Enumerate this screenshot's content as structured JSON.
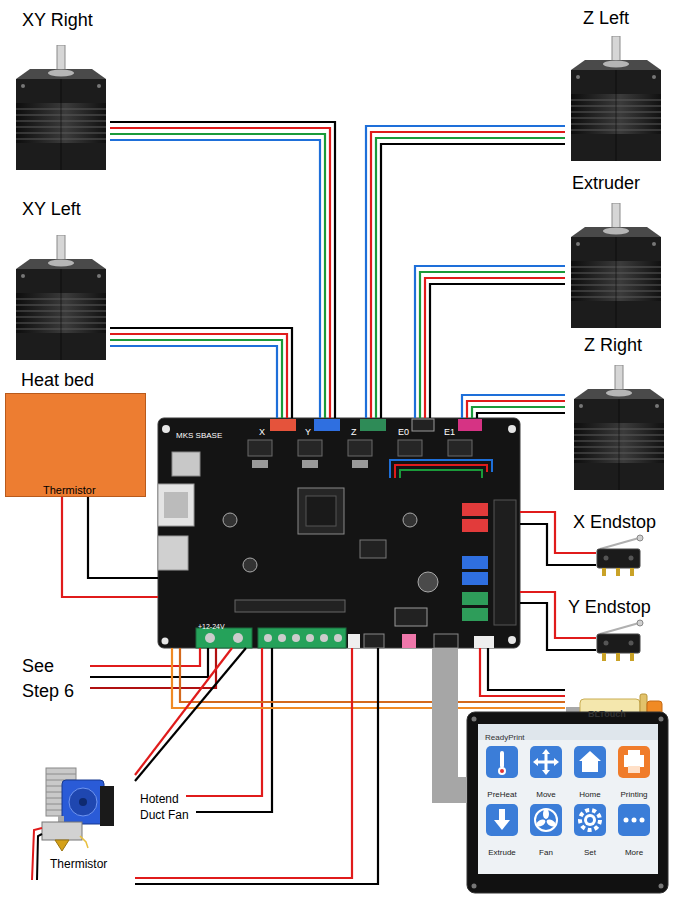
{
  "diagram": {
    "nodes": [
      {
        "text": [
          "XY Right"
        ]
      },
      {
        "text": [
          "Z Left"
        ]
      },
      {
        "text": [
          "XY Left"
        ]
      },
      {
        "text": [
          "Extruder"
        ]
      },
      {
        "text": [
          "Heat bed",
          "Thermistor"
        ]
      },
      {
        "text": [
          "Z Right"
        ]
      },
      {
        "text": [
          "MKS SBASE"
        ]
      },
      {
        "text": [
          "X Endstop"
        ]
      },
      {
        "text": [
          "Y Endstop"
        ]
      },
      {
        "text": [
          "BLTouch"
        ]
      },
      {
        "text": [
          "Thermistor"
        ]
      },
      {
        "text": [
          "ReadyPrint",
          "PreHeat",
          "Move",
          "Home",
          "Printing",
          "Extrude",
          "Fan",
          "Set",
          "More"
        ]
      }
    ],
    "edges": [
      {
        "from": 0,
        "to": 6,
        "arrow": "none"
      },
      {
        "from": 1,
        "to": 6,
        "arrow": "none"
      },
      {
        "from": 2,
        "to": 6,
        "arrow": "none"
      },
      {
        "from": 3,
        "to": 6,
        "arrow": "none"
      },
      {
        "from": 4,
        "to": 6,
        "arrow": "none"
      },
      {
        "from": 5,
        "to": 6,
        "arrow": "none"
      },
      {
        "from": 6,
        "to": 7,
        "arrow": "none"
      },
      {
        "from": 6,
        "to": 8,
        "arrow": "none"
      },
      {
        "from": 6,
        "to": 9,
        "arrow": "none"
      },
      {
        "from": 6,
        "to": 9,
        "arrow": "none"
      },
      {
        "from": 6,
        "to": 10,
        "arrow": "none"
      },
      {
        "from": 6,
        "to": 10,
        "arrow": "none"
      },
      {
        "from": 6,
        "to": 11,
        "arrow": "none"
      }
    ],
    "labels": [
      "X",
      "Y",
      "Z",
      "E0",
      "E1",
      "+12-24V",
      "See Step 6",
      "Hotend",
      "Duct Fan"
    ]
  }
}
